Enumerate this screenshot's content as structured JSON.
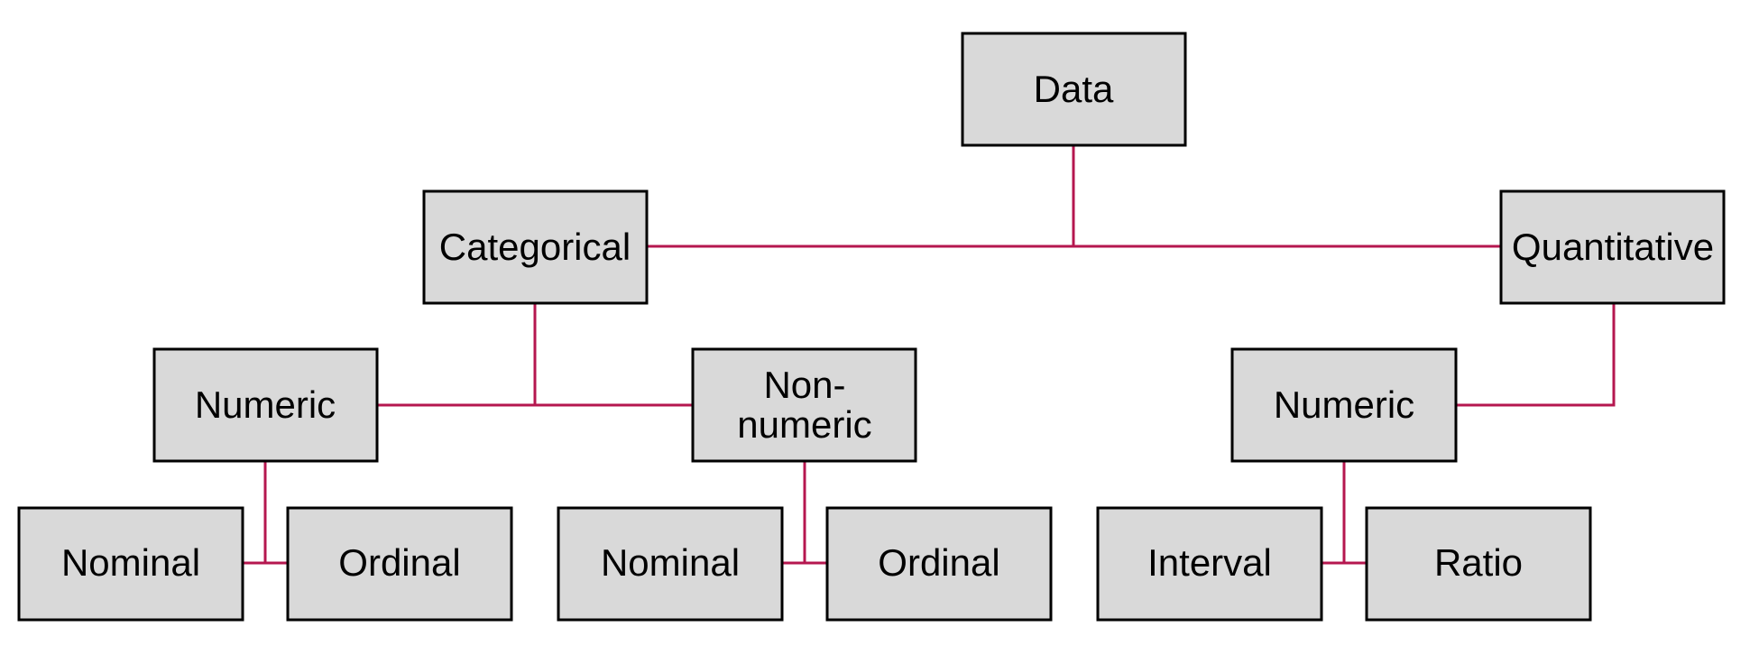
{
  "diagram": {
    "colors": {
      "box_fill": "#d9d9d9",
      "box_border": "#000000",
      "connector": "#b5174f",
      "text": "#000000"
    },
    "nodes": {
      "data": "Data",
      "categorical": "Categorical",
      "quantitative": "Quantitative",
      "cat_numeric": "Numeric",
      "cat_nonnumeric_line1": "Non-",
      "cat_nonnumeric_line2": "numeric",
      "quant_numeric": "Numeric",
      "cat_numeric_nominal": "Nominal",
      "cat_numeric_ordinal": "Ordinal",
      "cat_nonnumeric_nominal": "Nominal",
      "cat_nonnumeric_ordinal": "Ordinal",
      "quant_interval": "Interval",
      "quant_ratio": "Ratio"
    }
  }
}
